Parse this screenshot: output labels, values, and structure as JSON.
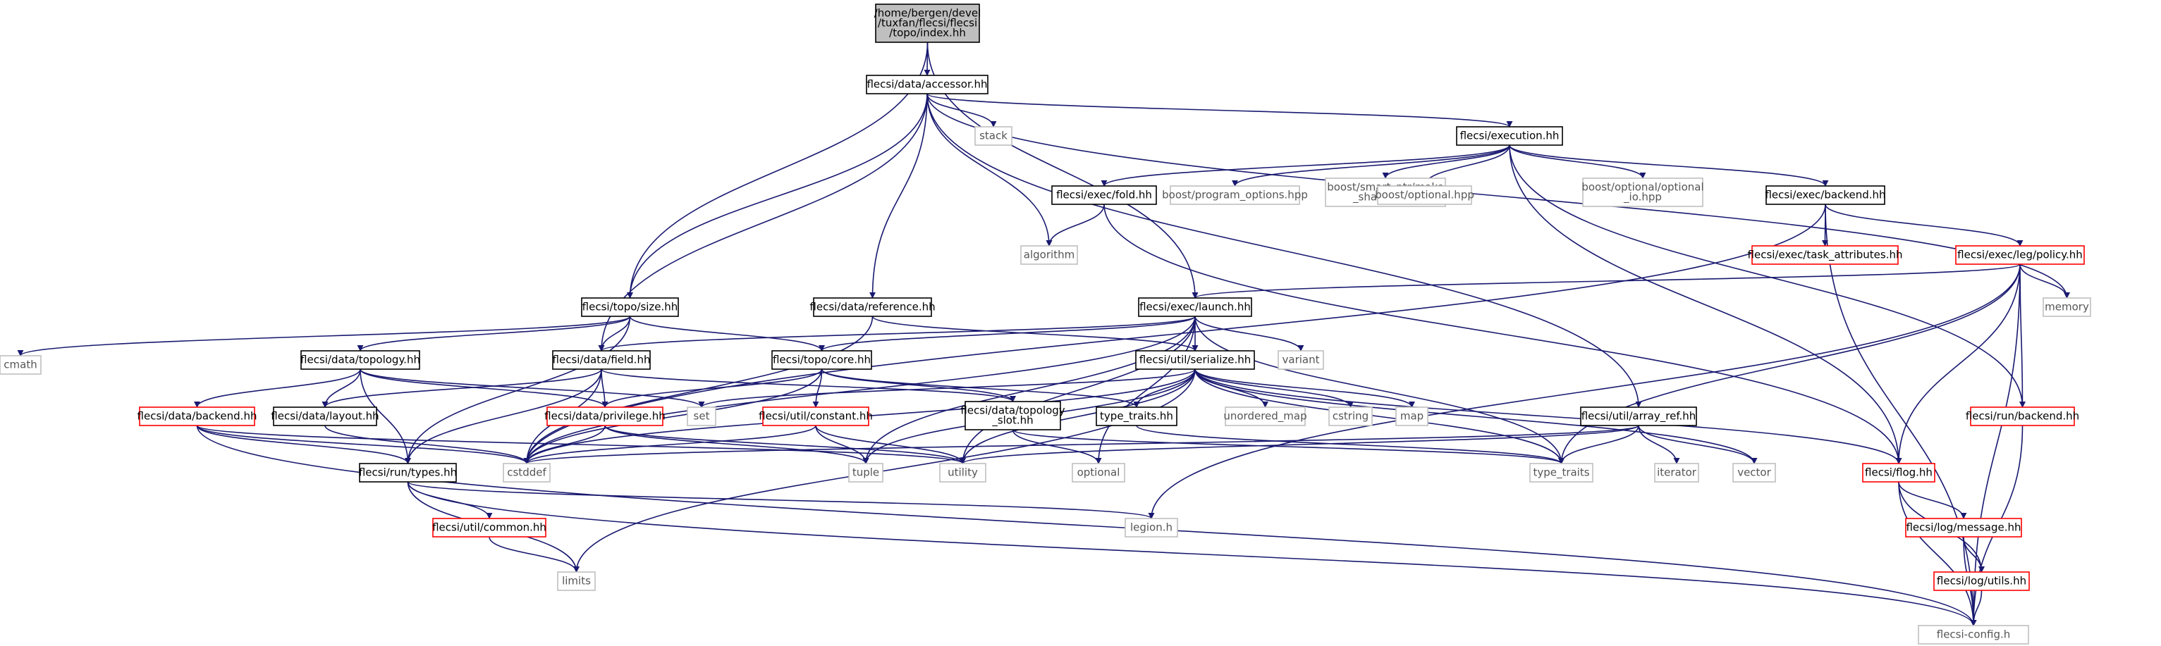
{
  "graph": {
    "type": "include-dependency-graph",
    "nodes": [
      {
        "id": "root",
        "lines": [
          "/home/bergen/devel",
          "/tuxfan/flecsi/flecsi",
          "/topo/index.hh"
        ],
        "style": "root"
      },
      {
        "id": "accessor",
        "lines": [
          "flecsi/data/accessor.hh"
        ],
        "style": "normal"
      },
      {
        "id": "stack",
        "lines": [
          "stack"
        ],
        "style": "system"
      },
      {
        "id": "execution",
        "lines": [
          "flecsi/execution.hh"
        ],
        "style": "normal"
      },
      {
        "id": "fold",
        "lines": [
          "flecsi/exec/fold.hh"
        ],
        "style": "normal"
      },
      {
        "id": "program_options",
        "lines": [
          "boost/program_options.hpp"
        ],
        "style": "system"
      },
      {
        "id": "make_shared",
        "lines": [
          "boost/smart_ptr/make",
          "_shared.hpp"
        ],
        "style": "system"
      },
      {
        "id": "optional_hpp",
        "lines": [
          "boost/optional.hpp"
        ],
        "style": "system"
      },
      {
        "id": "optional_io",
        "lines": [
          "boost/optional/optional",
          "_io.hpp"
        ],
        "style": "system"
      },
      {
        "id": "exec_backend",
        "lines": [
          "flecsi/exec/backend.hh"
        ],
        "style": "normal"
      },
      {
        "id": "algorithm",
        "lines": [
          "algorithm"
        ],
        "style": "system"
      },
      {
        "id": "task_attributes",
        "lines": [
          "flecsi/exec/task_attributes.hh"
        ],
        "style": "missing"
      },
      {
        "id": "leg_policy",
        "lines": [
          "flecsi/exec/leg/policy.hh"
        ],
        "style": "missing"
      },
      {
        "id": "memory",
        "lines": [
          "memory"
        ],
        "style": "system"
      },
      {
        "id": "size",
        "lines": [
          "flecsi/topo/size.hh"
        ],
        "style": "normal"
      },
      {
        "id": "reference",
        "lines": [
          "flecsi/data/reference.hh"
        ],
        "style": "normal"
      },
      {
        "id": "launch",
        "lines": [
          "flecsi/exec/launch.hh"
        ],
        "style": "normal"
      },
      {
        "id": "cmath",
        "lines": [
          "cmath"
        ],
        "style": "system"
      },
      {
        "id": "data_topology",
        "lines": [
          "flecsi/data/topology.hh"
        ],
        "style": "normal"
      },
      {
        "id": "field",
        "lines": [
          "flecsi/data/field.hh"
        ],
        "style": "normal"
      },
      {
        "id": "core",
        "lines": [
          "flecsi/topo/core.hh"
        ],
        "style": "normal"
      },
      {
        "id": "serialize",
        "lines": [
          "flecsi/util/serialize.hh"
        ],
        "style": "normal"
      },
      {
        "id": "variant",
        "lines": [
          "variant"
        ],
        "style": "system"
      },
      {
        "id": "data_backend",
        "lines": [
          "flecsi/data/backend.hh"
        ],
        "style": "missing"
      },
      {
        "id": "layout",
        "lines": [
          "flecsi/data/layout.hh"
        ],
        "style": "normal"
      },
      {
        "id": "privilege",
        "lines": [
          "flecsi/data/privilege.hh"
        ],
        "style": "missing"
      },
      {
        "id": "set",
        "lines": [
          "set"
        ],
        "style": "system"
      },
      {
        "id": "constant",
        "lines": [
          "flecsi/util/constant.hh"
        ],
        "style": "missing"
      },
      {
        "id": "topology_slot",
        "lines": [
          "flecsi/data/topology",
          "_slot.hh"
        ],
        "style": "normal"
      },
      {
        "id": "type_traits_hh",
        "lines": [
          "type_traits.hh"
        ],
        "style": "normal"
      },
      {
        "id": "unordered_map",
        "lines": [
          "unordered_map"
        ],
        "style": "system"
      },
      {
        "id": "cstring",
        "lines": [
          "cstring"
        ],
        "style": "system"
      },
      {
        "id": "map",
        "lines": [
          "map"
        ],
        "style": "system"
      },
      {
        "id": "array_ref",
        "lines": [
          "flecsi/util/array_ref.hh"
        ],
        "style": "normal"
      },
      {
        "id": "run_backend",
        "lines": [
          "flecsi/run/backend.hh"
        ],
        "style": "missing"
      },
      {
        "id": "cstddef",
        "lines": [
          "cstddef"
        ],
        "style": "system"
      },
      {
        "id": "run_types",
        "lines": [
          "flecsi/run/types.hh"
        ],
        "style": "normal"
      },
      {
        "id": "tuple",
        "lines": [
          "tuple"
        ],
        "style": "system"
      },
      {
        "id": "utility",
        "lines": [
          "utility"
        ],
        "style": "system"
      },
      {
        "id": "optional",
        "lines": [
          "optional"
        ],
        "style": "system"
      },
      {
        "id": "type_traits",
        "lines": [
          "type_traits"
        ],
        "style": "system"
      },
      {
        "id": "iterator",
        "lines": [
          "iterator"
        ],
        "style": "system"
      },
      {
        "id": "vector",
        "lines": [
          "vector"
        ],
        "style": "system"
      },
      {
        "id": "flog",
        "lines": [
          "flecsi/flog.hh"
        ],
        "style": "missing"
      },
      {
        "id": "common",
        "lines": [
          "flecsi/util/common.hh"
        ],
        "style": "missing"
      },
      {
        "id": "legion",
        "lines": [
          "legion.h"
        ],
        "style": "system"
      },
      {
        "id": "log_message",
        "lines": [
          "flecsi/log/message.hh"
        ],
        "style": "missing"
      },
      {
        "id": "limits",
        "lines": [
          "limits"
        ],
        "style": "system"
      },
      {
        "id": "log_utils",
        "lines": [
          "flecsi/log/utils.hh"
        ],
        "style": "missing"
      },
      {
        "id": "config",
        "lines": [
          "flecsi-config.h"
        ],
        "style": "system"
      }
    ],
    "edges": [
      [
        "root",
        "accessor"
      ],
      [
        "root",
        "size"
      ],
      [
        "root",
        "launch"
      ],
      [
        "accessor",
        "stack"
      ],
      [
        "accessor",
        "execution"
      ],
      [
        "accessor",
        "algorithm"
      ],
      [
        "accessor",
        "reference"
      ],
      [
        "accessor",
        "size"
      ],
      [
        "accessor",
        "field"
      ],
      [
        "accessor",
        "array_ref"
      ],
      [
        "accessor",
        "memory"
      ],
      [
        "execution",
        "fold"
      ],
      [
        "execution",
        "program_options"
      ],
      [
        "execution",
        "make_shared"
      ],
      [
        "execution",
        "optional_hpp"
      ],
      [
        "execution",
        "optional_io"
      ],
      [
        "execution",
        "exec_backend"
      ],
      [
        "execution",
        "run_backend"
      ],
      [
        "execution",
        "flog"
      ],
      [
        "fold",
        "algorithm"
      ],
      [
        "fold",
        "flog"
      ],
      [
        "exec_backend",
        "task_attributes"
      ],
      [
        "exec_backend",
        "leg_policy"
      ],
      [
        "exec_backend",
        "cstddef"
      ],
      [
        "exec_backend",
        "config"
      ],
      [
        "leg_policy",
        "memory"
      ],
      [
        "leg_policy",
        "launch"
      ],
      [
        "leg_policy",
        "run_backend"
      ],
      [
        "leg_policy",
        "flog"
      ],
      [
        "leg_policy",
        "type_traits"
      ],
      [
        "leg_policy",
        "legion"
      ],
      [
        "leg_policy",
        "config"
      ],
      [
        "size",
        "cmath"
      ],
      [
        "size",
        "data_topology"
      ],
      [
        "size",
        "field"
      ],
      [
        "size",
        "core"
      ],
      [
        "size",
        "run_types"
      ],
      [
        "reference",
        "serialize"
      ],
      [
        "reference",
        "cstddef"
      ],
      [
        "launch",
        "field"
      ],
      [
        "launch",
        "core"
      ],
      [
        "launch",
        "serialize"
      ],
      [
        "launch",
        "variant"
      ],
      [
        "launch",
        "tuple"
      ],
      [
        "launch",
        "utility"
      ],
      [
        "launch",
        "optional"
      ],
      [
        "launch",
        "type_traits"
      ],
      [
        "launch",
        "cstddef"
      ],
      [
        "data_topology",
        "data_backend"
      ],
      [
        "data_topology",
        "layout"
      ],
      [
        "data_topology",
        "privilege"
      ],
      [
        "data_topology",
        "set"
      ],
      [
        "data_topology",
        "run_types"
      ],
      [
        "field",
        "layout"
      ],
      [
        "field",
        "privilege"
      ],
      [
        "field",
        "topology_slot"
      ],
      [
        "field",
        "run_types"
      ],
      [
        "field",
        "cstddef"
      ],
      [
        "core",
        "privilege"
      ],
      [
        "core",
        "constant"
      ],
      [
        "core",
        "topology_slot"
      ],
      [
        "core",
        "type_traits_hh"
      ],
      [
        "core",
        "cstddef"
      ],
      [
        "serialize",
        "set"
      ],
      [
        "serialize",
        "type_traits_hh"
      ],
      [
        "serialize",
        "unordered_map"
      ],
      [
        "serialize",
        "cstring"
      ],
      [
        "serialize",
        "map"
      ],
      [
        "serialize",
        "tuple"
      ],
      [
        "serialize",
        "utility"
      ],
      [
        "serialize",
        "type_traits"
      ],
      [
        "serialize",
        "vector"
      ],
      [
        "serialize",
        "cstddef"
      ],
      [
        "serialize",
        "limits"
      ],
      [
        "serialize",
        "flog"
      ],
      [
        "data_backend",
        "run_types"
      ],
      [
        "data_backend",
        "cstddef"
      ],
      [
        "data_backend",
        "utility"
      ],
      [
        "data_backend",
        "config"
      ],
      [
        "layout",
        "cstddef"
      ],
      [
        "privilege",
        "cstddef"
      ],
      [
        "privilege",
        "tuple"
      ],
      [
        "privilege",
        "utility"
      ],
      [
        "constant",
        "cstddef"
      ],
      [
        "constant",
        "tuple"
      ],
      [
        "constant",
        "utility"
      ],
      [
        "topology_slot",
        "optional"
      ],
      [
        "topology_slot",
        "type_traits"
      ],
      [
        "type_traits_hh",
        "type_traits"
      ],
      [
        "array_ref",
        "cstddef"
      ],
      [
        "array_ref",
        "utility"
      ],
      [
        "array_ref",
        "type_traits"
      ],
      [
        "array_ref",
        "iterator"
      ],
      [
        "array_ref",
        "vector"
      ],
      [
        "run_backend",
        "config"
      ],
      [
        "run_types",
        "common"
      ],
      [
        "run_types",
        "legion"
      ],
      [
        "run_types",
        "limits"
      ],
      [
        "run_types",
        "config"
      ],
      [
        "common",
        "limits"
      ],
      [
        "flog",
        "log_message"
      ],
      [
        "flog",
        "log_utils"
      ],
      [
        "flog",
        "config"
      ],
      [
        "log_message",
        "log_utils"
      ],
      [
        "log_message",
        "config"
      ],
      [
        "log_utils",
        "config"
      ]
    ]
  },
  "colors": {
    "edge": "#191970",
    "root_fill": "#bfbfbf",
    "root_stroke": "#000000",
    "normal_stroke": "#000000",
    "system_stroke": "#bfbfbf",
    "missing_stroke": "#ff0000",
    "text": "#000000",
    "system_text": "#555555",
    "background": "#ffffff"
  }
}
